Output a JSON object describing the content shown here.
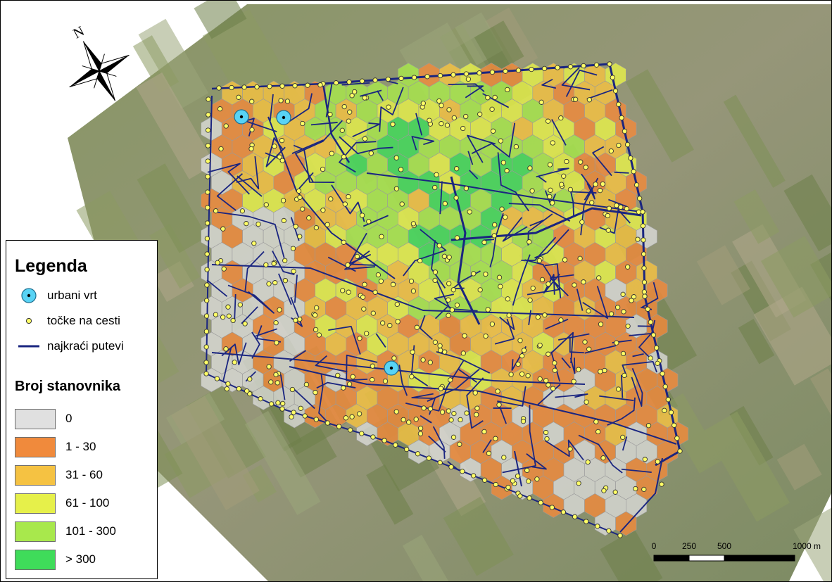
{
  "legend": {
    "title": "Legenda",
    "items": [
      {
        "label": "urbani vrt",
        "symbol": "garden-marker-icon"
      },
      {
        "label": "točke na cesti",
        "symbol": "road-point-icon"
      },
      {
        "label": "najkraći putevi",
        "symbol": "route-line-icon"
      }
    ],
    "subtitle": "Broj stanovnika",
    "classes": [
      {
        "label": "0",
        "color": "#e0e0e0"
      },
      {
        "label": "1 - 30",
        "color": "#f08a3c"
      },
      {
        "label": "31 - 60",
        "color": "#f5c242"
      },
      {
        "label": "61 - 100",
        "color": "#e6f04a"
      },
      {
        "label": "101 - 300",
        "color": "#a8e84c"
      },
      {
        "label": "> 300",
        "color": "#3fdc5a"
      }
    ]
  },
  "scalebar": {
    "labels": [
      "0",
      "250",
      "500",
      "1000 m"
    ]
  },
  "north_arrow": {
    "label": "N"
  },
  "colors": {
    "route": "#1a2580",
    "road_point": "#ffff66",
    "garden_marker": "#58d3f5"
  }
}
